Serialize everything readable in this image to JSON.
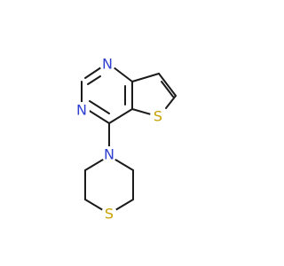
{
  "molecule": {
    "atoms": {
      "n_top": {
        "symbol": "N",
        "color": "#2f3fd0"
      },
      "n_left": {
        "symbol": "N",
        "color": "#2f3fd0"
      },
      "s_thiophene": {
        "symbol": "S",
        "color": "#c7a000"
      },
      "n_morpholine": {
        "symbol": "N",
        "color": "#2f3fd0"
      },
      "s_ring": {
        "symbol": "S",
        "color": "#c7a000"
      }
    },
    "bond_color": "#1a1a1a",
    "background": "#ffffff"
  }
}
